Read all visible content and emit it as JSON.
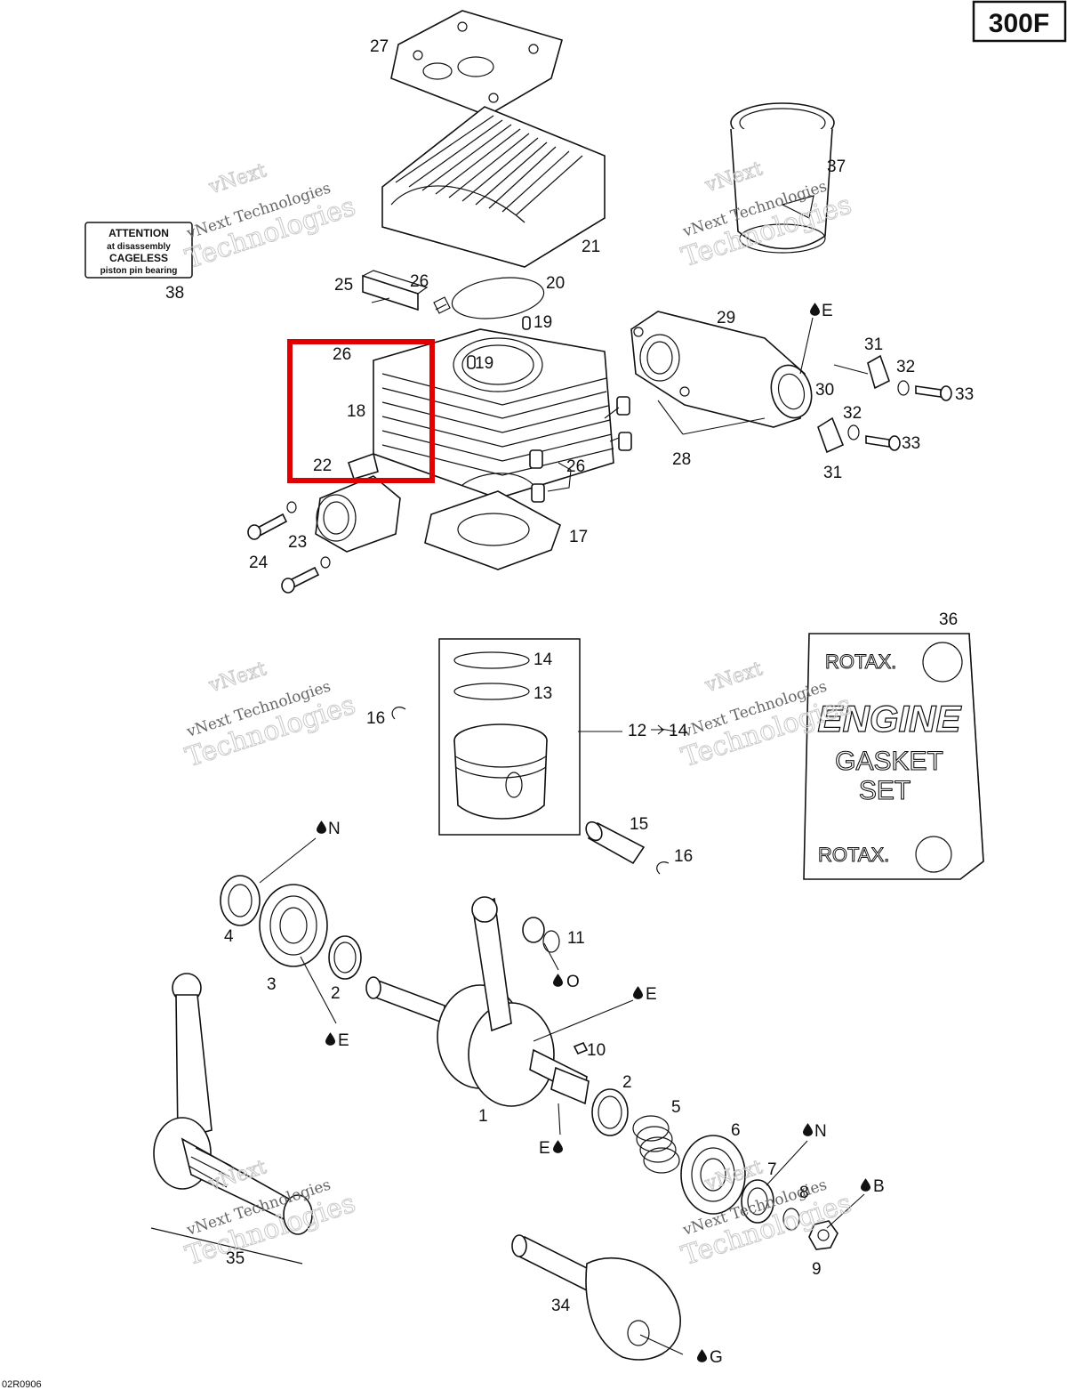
{
  "model_badge": "300F",
  "figure_code": "02R0906",
  "watermark": {
    "line1": "vNext Technologies",
    "line2": "Technologies",
    "top": "vNext"
  },
  "attention_card": {
    "line1": "ATTENTION",
    "line2": "at disassembly",
    "line3": "CAGELESS",
    "line4": "piston pin bearing"
  },
  "gasket_set": {
    "brand_top": "ROTAX.",
    "word1": "ENGINE",
    "word2": "GASKET",
    "word3": "SET",
    "brand_bottom": "ROTAX."
  },
  "lubricant_codes": {
    "E": "E",
    "N": "N",
    "O": "O",
    "B": "B",
    "G": "G"
  },
  "callouts": {
    "c1": "1",
    "c2a": "2",
    "c2b": "2",
    "c3": "3",
    "c4": "4",
    "c5": "5",
    "c6": "6",
    "c7": "7",
    "c8": "8",
    "c9": "9",
    "c10": "10",
    "c11": "11",
    "c12": "12",
    "c13": "13",
    "c14": "14",
    "c15": "15",
    "c16a": "16",
    "c16b": "16",
    "c17": "17",
    "c18": "18",
    "c19a": "19",
    "c19b": "19",
    "c20": "20",
    "c21": "21",
    "c22": "22",
    "c23": "23",
    "c24": "24",
    "c25": "25",
    "c26a": "26",
    "c26b": "26",
    "c26c": "26",
    "c27": "27",
    "c28": "28",
    "c29": "29",
    "c30": "30",
    "c31a": "31",
    "c31b": "31",
    "c32a": "32",
    "c32b": "32",
    "c33a": "33",
    "c33b": "33",
    "c34": "34",
    "c35": "35",
    "c36": "36",
    "c37": "37",
    "c38": "38"
  },
  "piston_group_label": {
    "from": "12",
    "to": "14"
  },
  "highlight_color": "#e00000"
}
